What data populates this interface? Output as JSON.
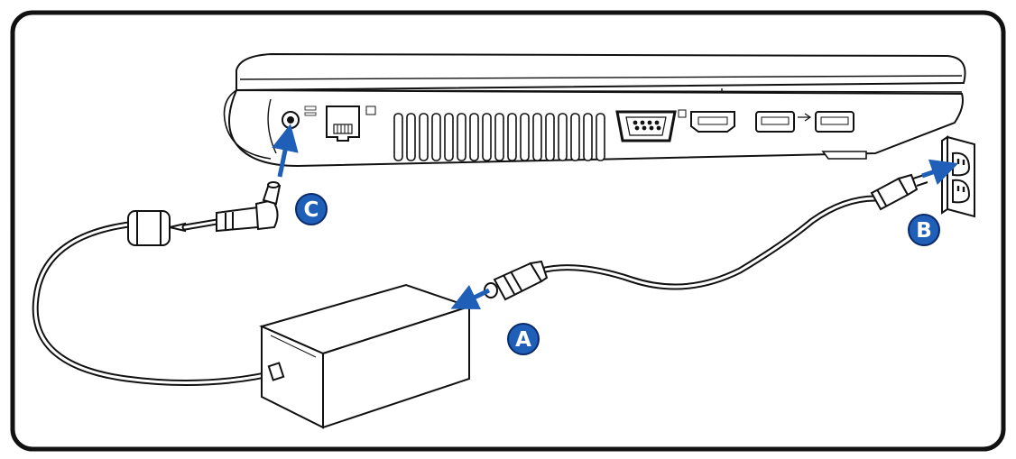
{
  "diagram": {
    "accent_color": "#1f5fb8",
    "callouts": {
      "a": "A",
      "b": "B",
      "c": "C"
    },
    "icons": [
      "laptop-side-view",
      "ac-power-adapter",
      "wall-outlet",
      "dc-power-plug",
      "ac-power-plug",
      "insertion-arrow"
    ]
  }
}
